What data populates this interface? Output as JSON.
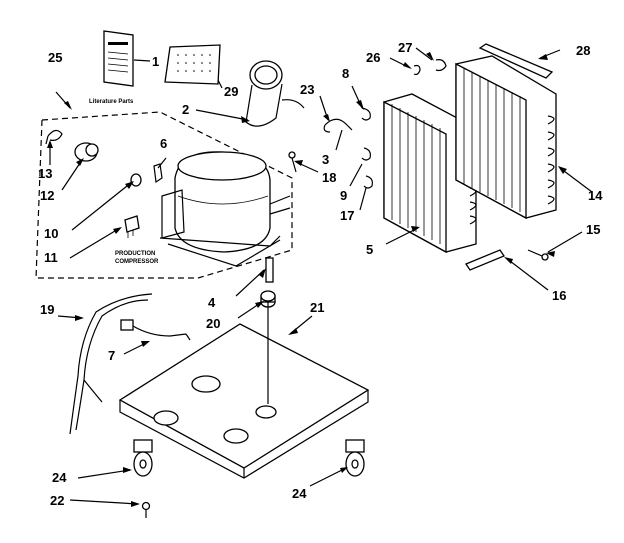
{
  "callouts": {
    "c1": "1",
    "c2": "2",
    "c3": "3",
    "c4": "4",
    "c5": "5",
    "c6": "6",
    "c7": "7",
    "c8": "8",
    "c9": "9",
    "c10": "10",
    "c11": "11",
    "c12": "12",
    "c13": "13",
    "c14": "14",
    "c15": "15",
    "c16": "16",
    "c17": "17",
    "c18": "18",
    "c19": "19",
    "c20": "20",
    "c21": "21",
    "c22": "22",
    "c23": "23",
    "c24a": "24",
    "c24b": "24",
    "c25": "25",
    "c26": "26",
    "c27": "27",
    "c28": "28",
    "c29": "29"
  },
  "captions": {
    "literature": "Literature Parts",
    "production_line1": "PRODUCTION",
    "production_line2": "COMPRESSOR"
  }
}
